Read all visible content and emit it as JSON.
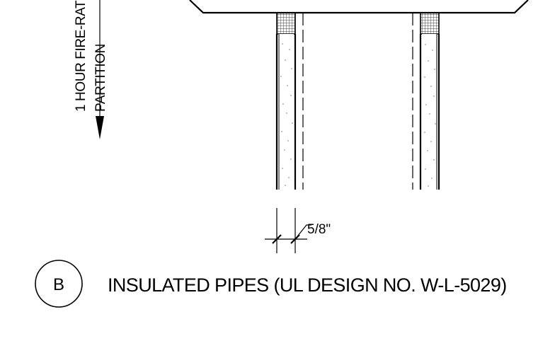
{
  "partition_label": {
    "line1": "1 HOUR FIRE-RAT",
    "line2": "PARTITION"
  },
  "dimension": {
    "text": "5/8\""
  },
  "detail": {
    "id": "B",
    "title": "INSULATED PIPES (UL DESIGN NO. W-L-5029)"
  }
}
